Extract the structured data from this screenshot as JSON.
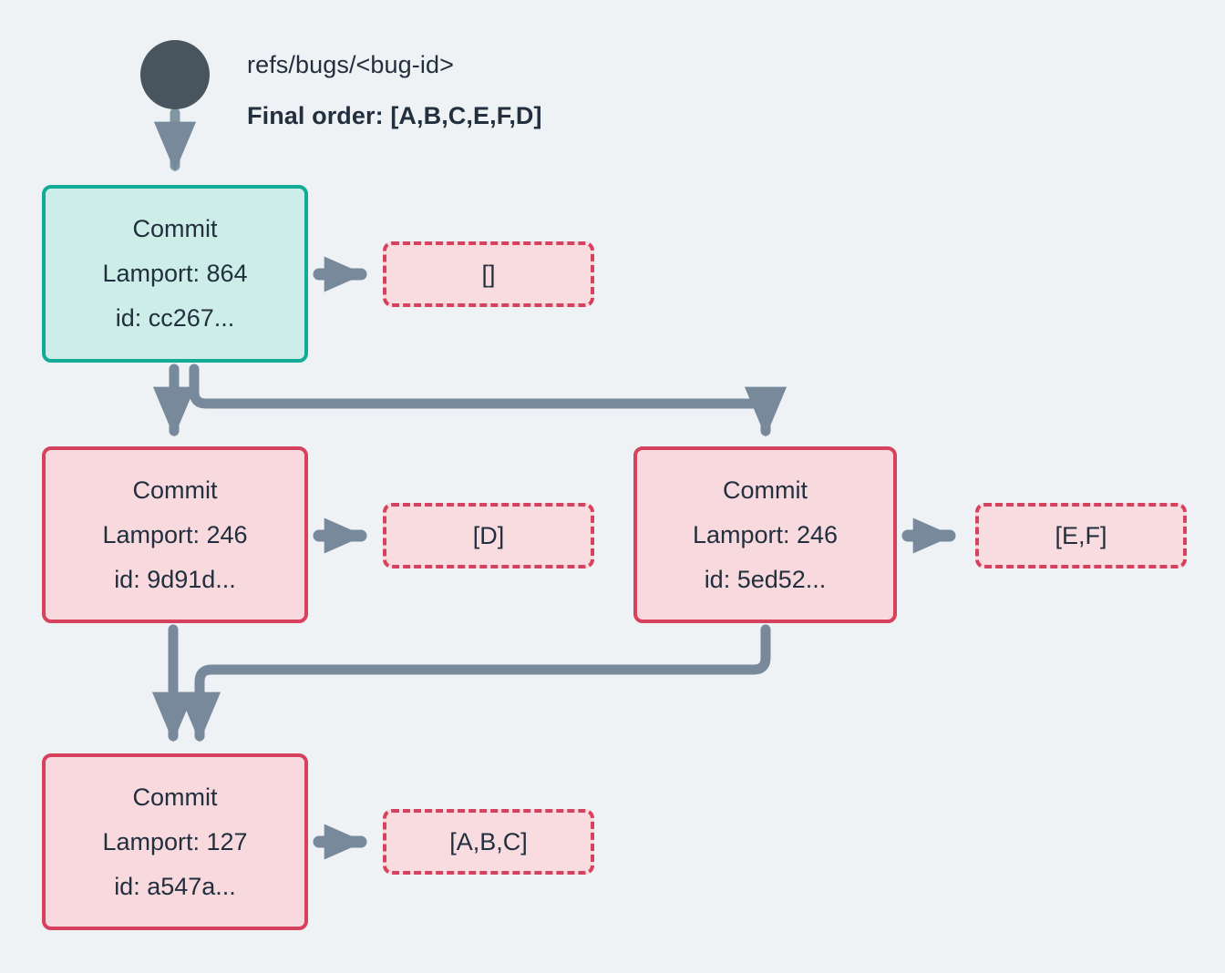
{
  "diagram": {
    "background_color": "#eff2f5",
    "title_ref": "refs/bugs/<bug-id>",
    "final_order": "Final order: [A,B,C,E,F,D]",
    "colors": {
      "root_node": "#48555f",
      "edge": "#77899a",
      "teal_border": "#12ab95",
      "teal_fill": "#cdeee8",
      "pink_border": "#d6415e",
      "pink_fill": "#f8dade",
      "text": "#222f3e"
    },
    "root": {
      "shape": "circle",
      "name": "root-ref-node"
    },
    "commits": [
      {
        "id": "commit-a",
        "style": "teal",
        "title": "Commit",
        "lamport": "Lamport: 864",
        "hash": "id: cc267...",
        "ops": "[]"
      },
      {
        "id": "commit-b",
        "style": "pink",
        "title": "Commit",
        "lamport": "Lamport: 246",
        "hash": "id: 9d91d...",
        "ops": "[D]"
      },
      {
        "id": "commit-c",
        "style": "pink",
        "title": "Commit",
        "lamport": "Lamport: 246",
        "hash": "id: 5ed52...",
        "ops": "[E,F]"
      },
      {
        "id": "commit-d",
        "style": "pink",
        "title": "Commit",
        "lamport": "Lamport: 127",
        "hash": "id: a547a...",
        "ops": "[A,B,C]"
      }
    ],
    "edges": [
      {
        "from": "root-ref-node",
        "to": "commit-a",
        "kind": "straight-down"
      },
      {
        "from": "commit-a",
        "to": "commit-b",
        "kind": "straight-down"
      },
      {
        "from": "commit-a",
        "to": "commit-c",
        "kind": "elbow-right-down"
      },
      {
        "from": "commit-a",
        "to": "ops-a",
        "kind": "straight-right"
      },
      {
        "from": "commit-b",
        "to": "commit-d",
        "kind": "straight-down"
      },
      {
        "from": "commit-c",
        "to": "commit-d",
        "kind": "elbow-left-down"
      },
      {
        "from": "commit-b",
        "to": "ops-b",
        "kind": "straight-right"
      },
      {
        "from": "commit-c",
        "to": "ops-c",
        "kind": "straight-right"
      },
      {
        "from": "commit-d",
        "to": "ops-d",
        "kind": "straight-right"
      }
    ]
  }
}
